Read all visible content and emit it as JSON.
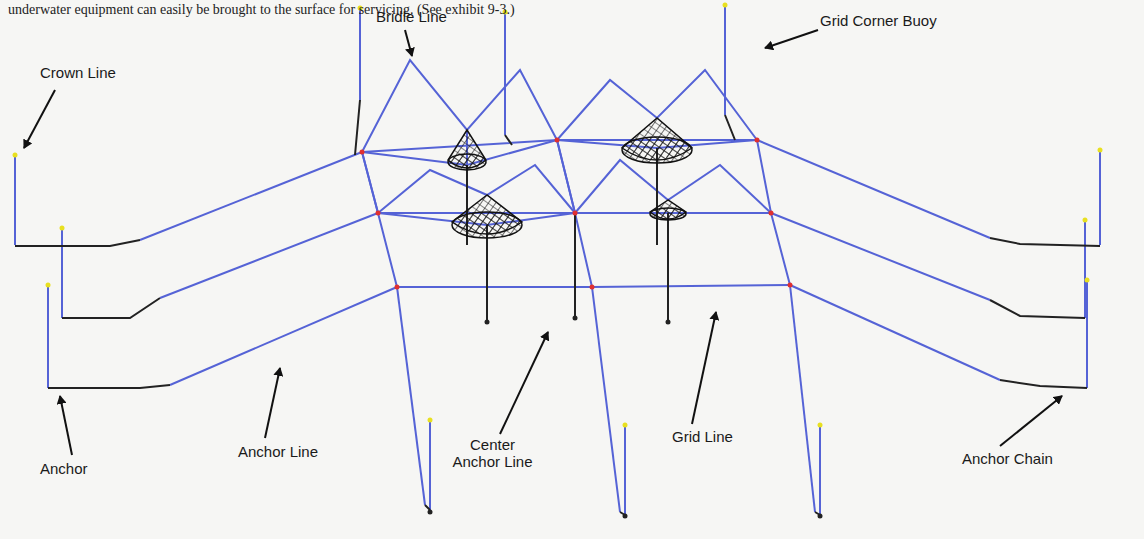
{
  "diagram": {
    "labels": [
      "underwater equipment can easily be brought to the surface for servicing. (See exhibit 9-3.)",
      "Crown Line",
      "Bridle Line",
      "Grid Corner Buoy",
      "Anchor",
      "Anchor Line",
      "Center Anchor Line",
      "Grid Line",
      "Anchor Chain"
    ]
  }
}
